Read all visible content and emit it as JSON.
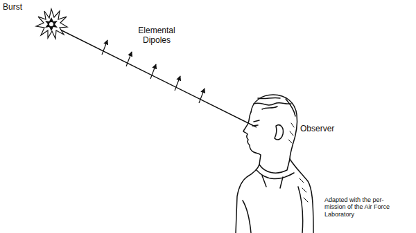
{
  "diagram": {
    "labels": [
      "Burst",
      "Elemental Dipoles",
      "Observer",
      "Adapted with the per- mission of the Air Force Laboratory"
    ]
  }
}
